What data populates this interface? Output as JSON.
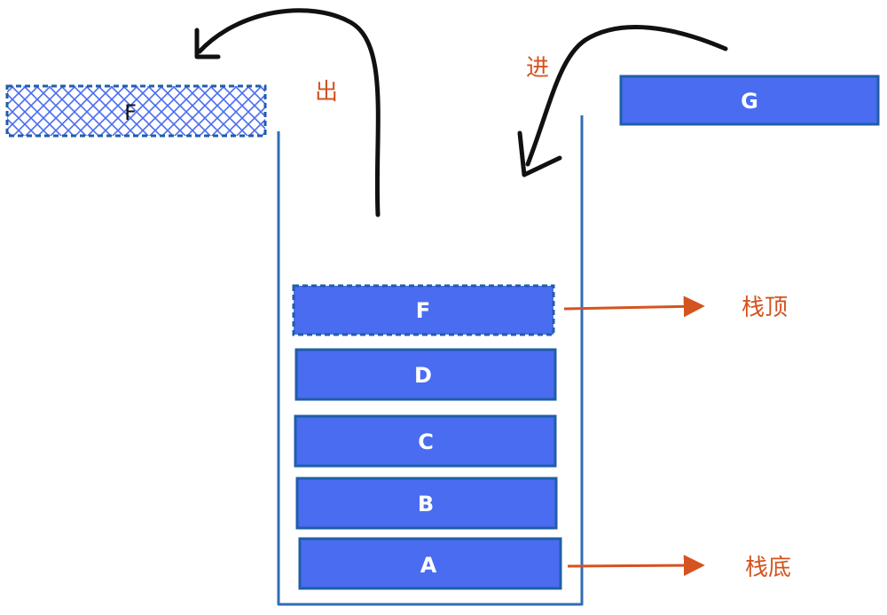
{
  "diagram": {
    "colors": {
      "block_fill": "#4a6cf0",
      "block_stroke": "#1f5ea8",
      "container_stroke": "#2f6eb5",
      "accent_orange": "#d4531f",
      "arrow_black": "#111111",
      "hatch": "#4a6cf0"
    },
    "labels": {
      "pop": "出",
      "push": "进",
      "top": "栈顶",
      "bottom": "栈底"
    },
    "incoming_block": "G",
    "popped_block": "F",
    "stack_items": [
      "F",
      "D",
      "C",
      "B",
      "A"
    ]
  }
}
